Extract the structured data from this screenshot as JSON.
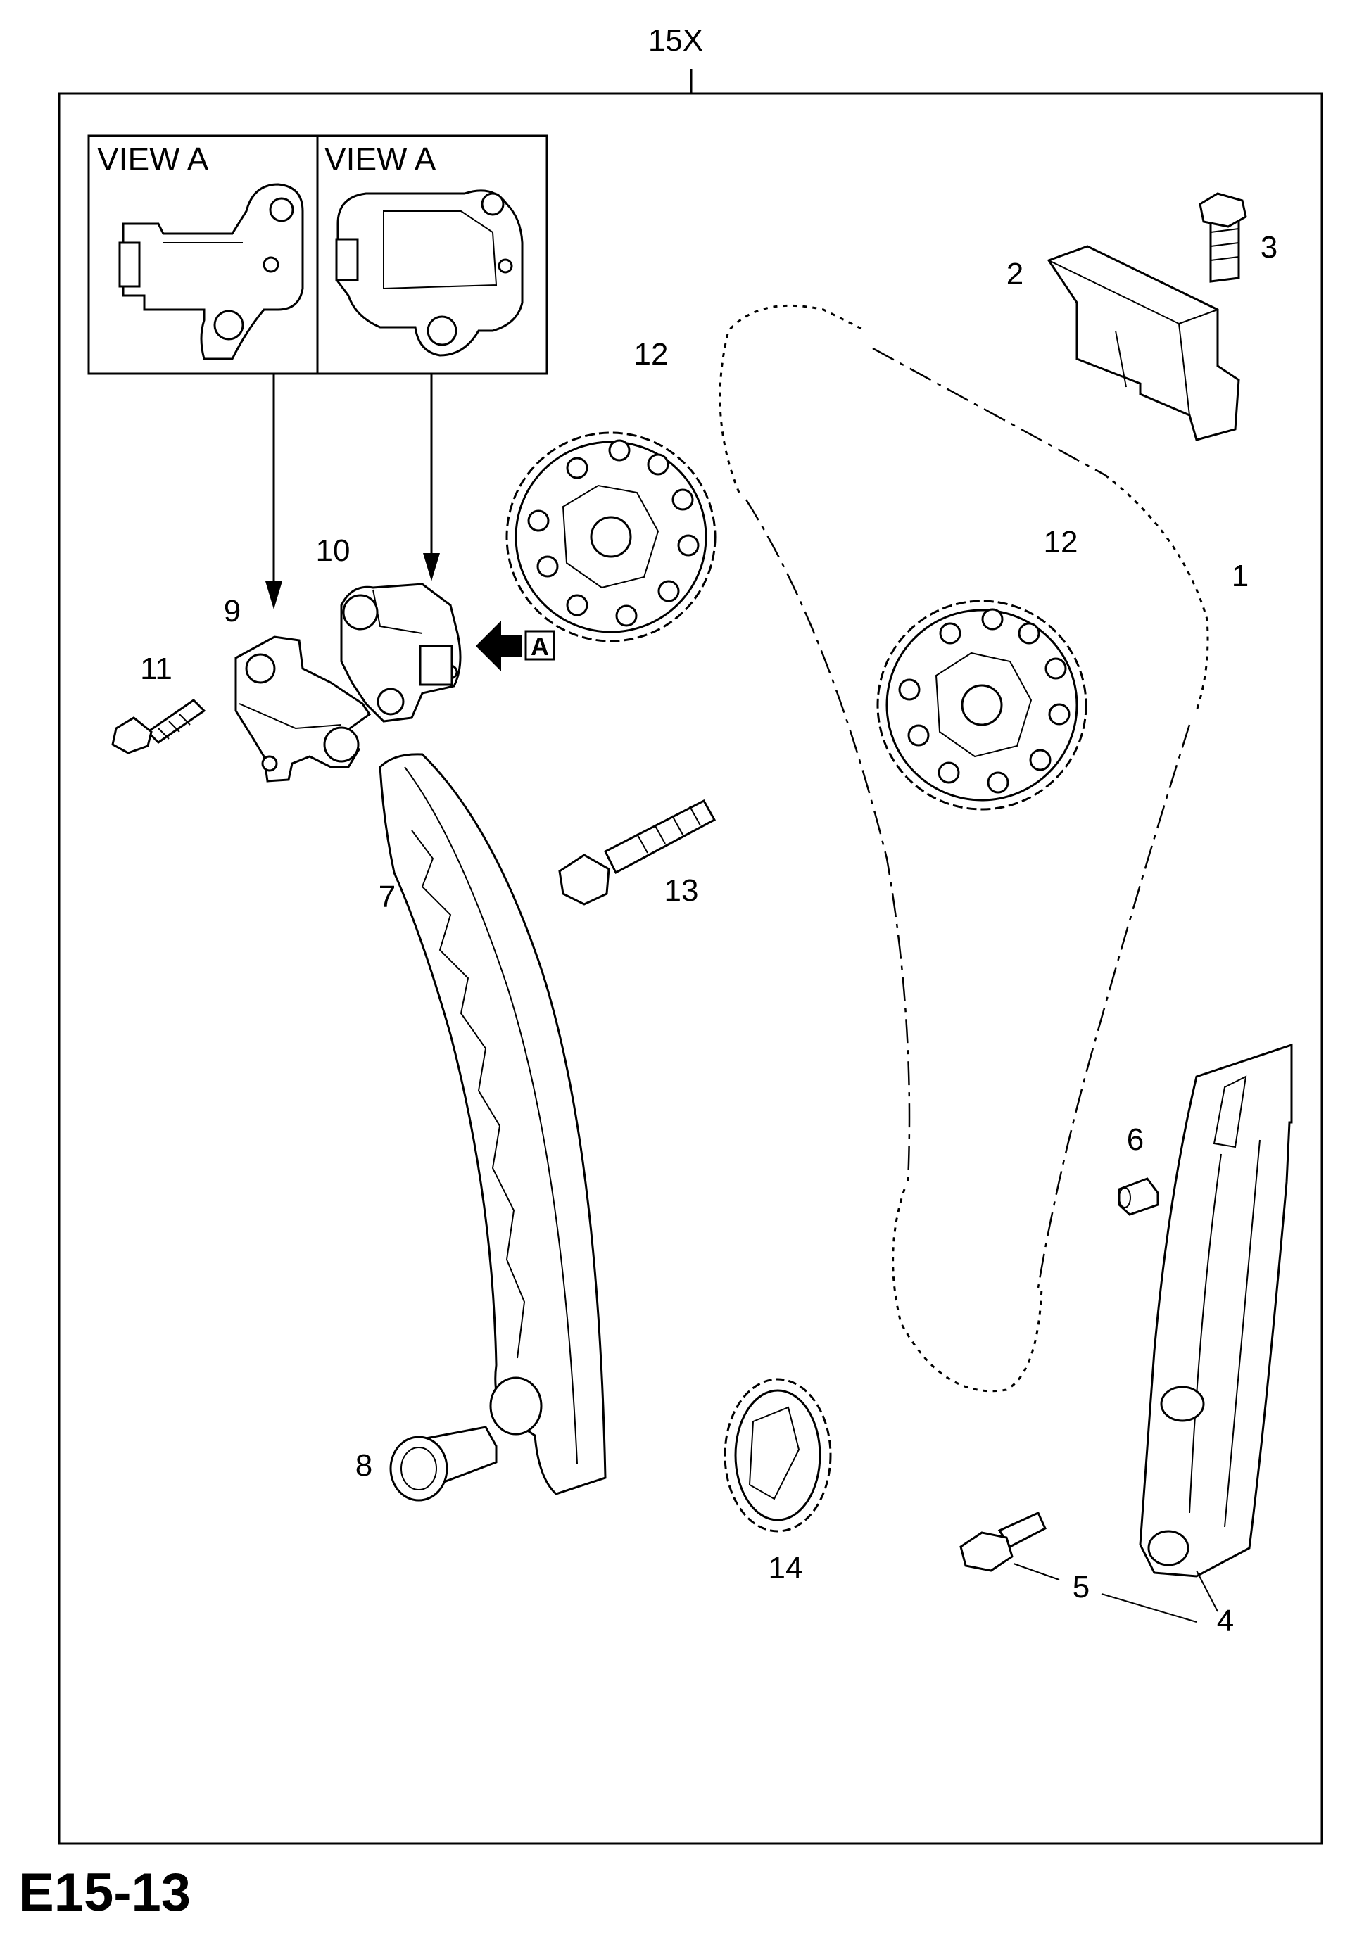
{
  "diagram": {
    "code": "E15-13",
    "assembly_label": "15X",
    "views": [
      {
        "id": "left",
        "label": "VIEW A"
      },
      {
        "id": "right",
        "label": "VIEW A"
      }
    ],
    "view_arrow_label": "A",
    "callouts": {
      "p1": "1",
      "p2": "2",
      "p3": "3",
      "p4": "4",
      "p5": "5",
      "p6": "6",
      "p7": "7",
      "p8": "8",
      "p9": "9",
      "p10": "10",
      "p11": "11",
      "p12a": "12",
      "p12b": "12",
      "p13": "13",
      "p14": "14"
    }
  }
}
